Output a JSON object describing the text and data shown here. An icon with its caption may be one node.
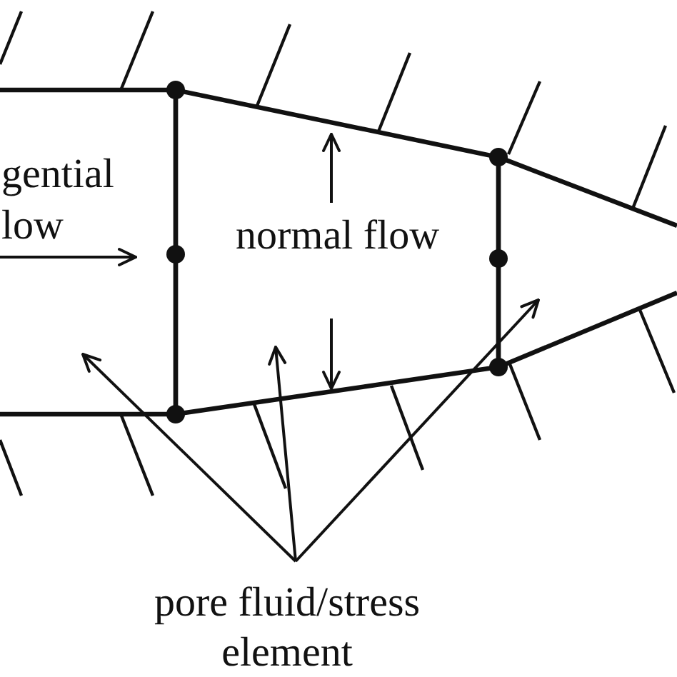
{
  "diagram": {
    "nodes": [
      {
        "text": [
          "gential low"
        ]
      },
      {
        "text": [
          "normal flow"
        ]
      },
      {
        "text": [],
        "shape": "box"
      },
      {
        "text": [
          "pore fluid/stress element"
        ]
      }
    ],
    "edges": [
      {
        "from": 3,
        "to": 0,
        "arrow": "to"
      },
      {
        "from": 3,
        "to": 1,
        "arrow": "to"
      },
      {
        "from": 3,
        "to": 2,
        "arrow": "to"
      }
    ]
  }
}
